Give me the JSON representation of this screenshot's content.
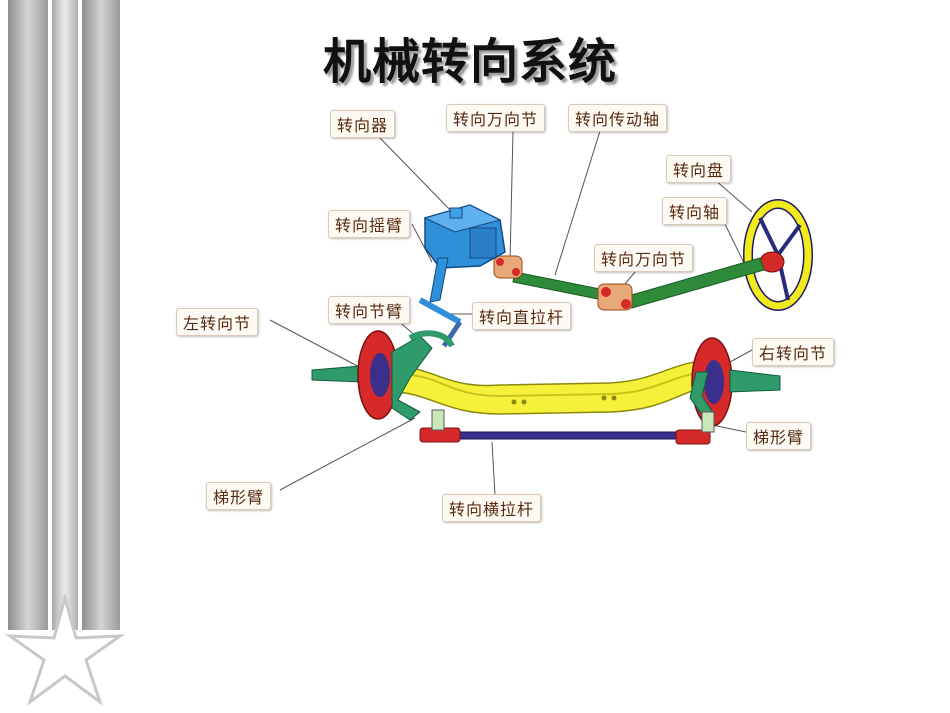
{
  "title": "机械转向系统",
  "labels": {
    "steering_gear": "转向器",
    "steering_ujoint_top": "转向万向节",
    "steering_drive_shaft": "转向传动轴",
    "steering_wheel": "转向盘",
    "steering_shaft": "转向轴",
    "pitman_arm": "转向摇臂",
    "steering_ujoint_mid": "转向万向节",
    "knuckle_arm": "转向节臂",
    "drag_link": "转向直拉杆",
    "left_knuckle": "左转向节",
    "right_knuckle": "右转向节",
    "trapezoid_arm_right": "梯形臂",
    "trapezoid_arm_left": "梯形臂",
    "tie_rod": "转向横拉杆"
  },
  "colors": {
    "steering_gear": "#2f8fd8",
    "shaft": "#2e8b3a",
    "steering_wheel": "#f2ea1a",
    "axle": "#f5f03a",
    "hub": "#d62a2a",
    "knuckle": "#2f9a6a",
    "tie_rod": "#3a2f8a"
  }
}
